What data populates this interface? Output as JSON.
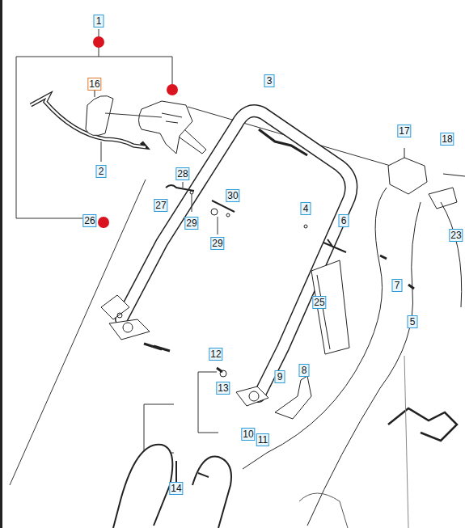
{
  "diagram": {
    "labels": [
      "1",
      "16",
      "3",
      "2",
      "17",
      "18",
      "28",
      "30",
      "27",
      "29",
      "29",
      "4",
      "6",
      "26",
      "23",
      "7",
      "25",
      "5",
      "12",
      "9",
      "8",
      "13",
      "10",
      "11",
      "14"
    ]
  }
}
